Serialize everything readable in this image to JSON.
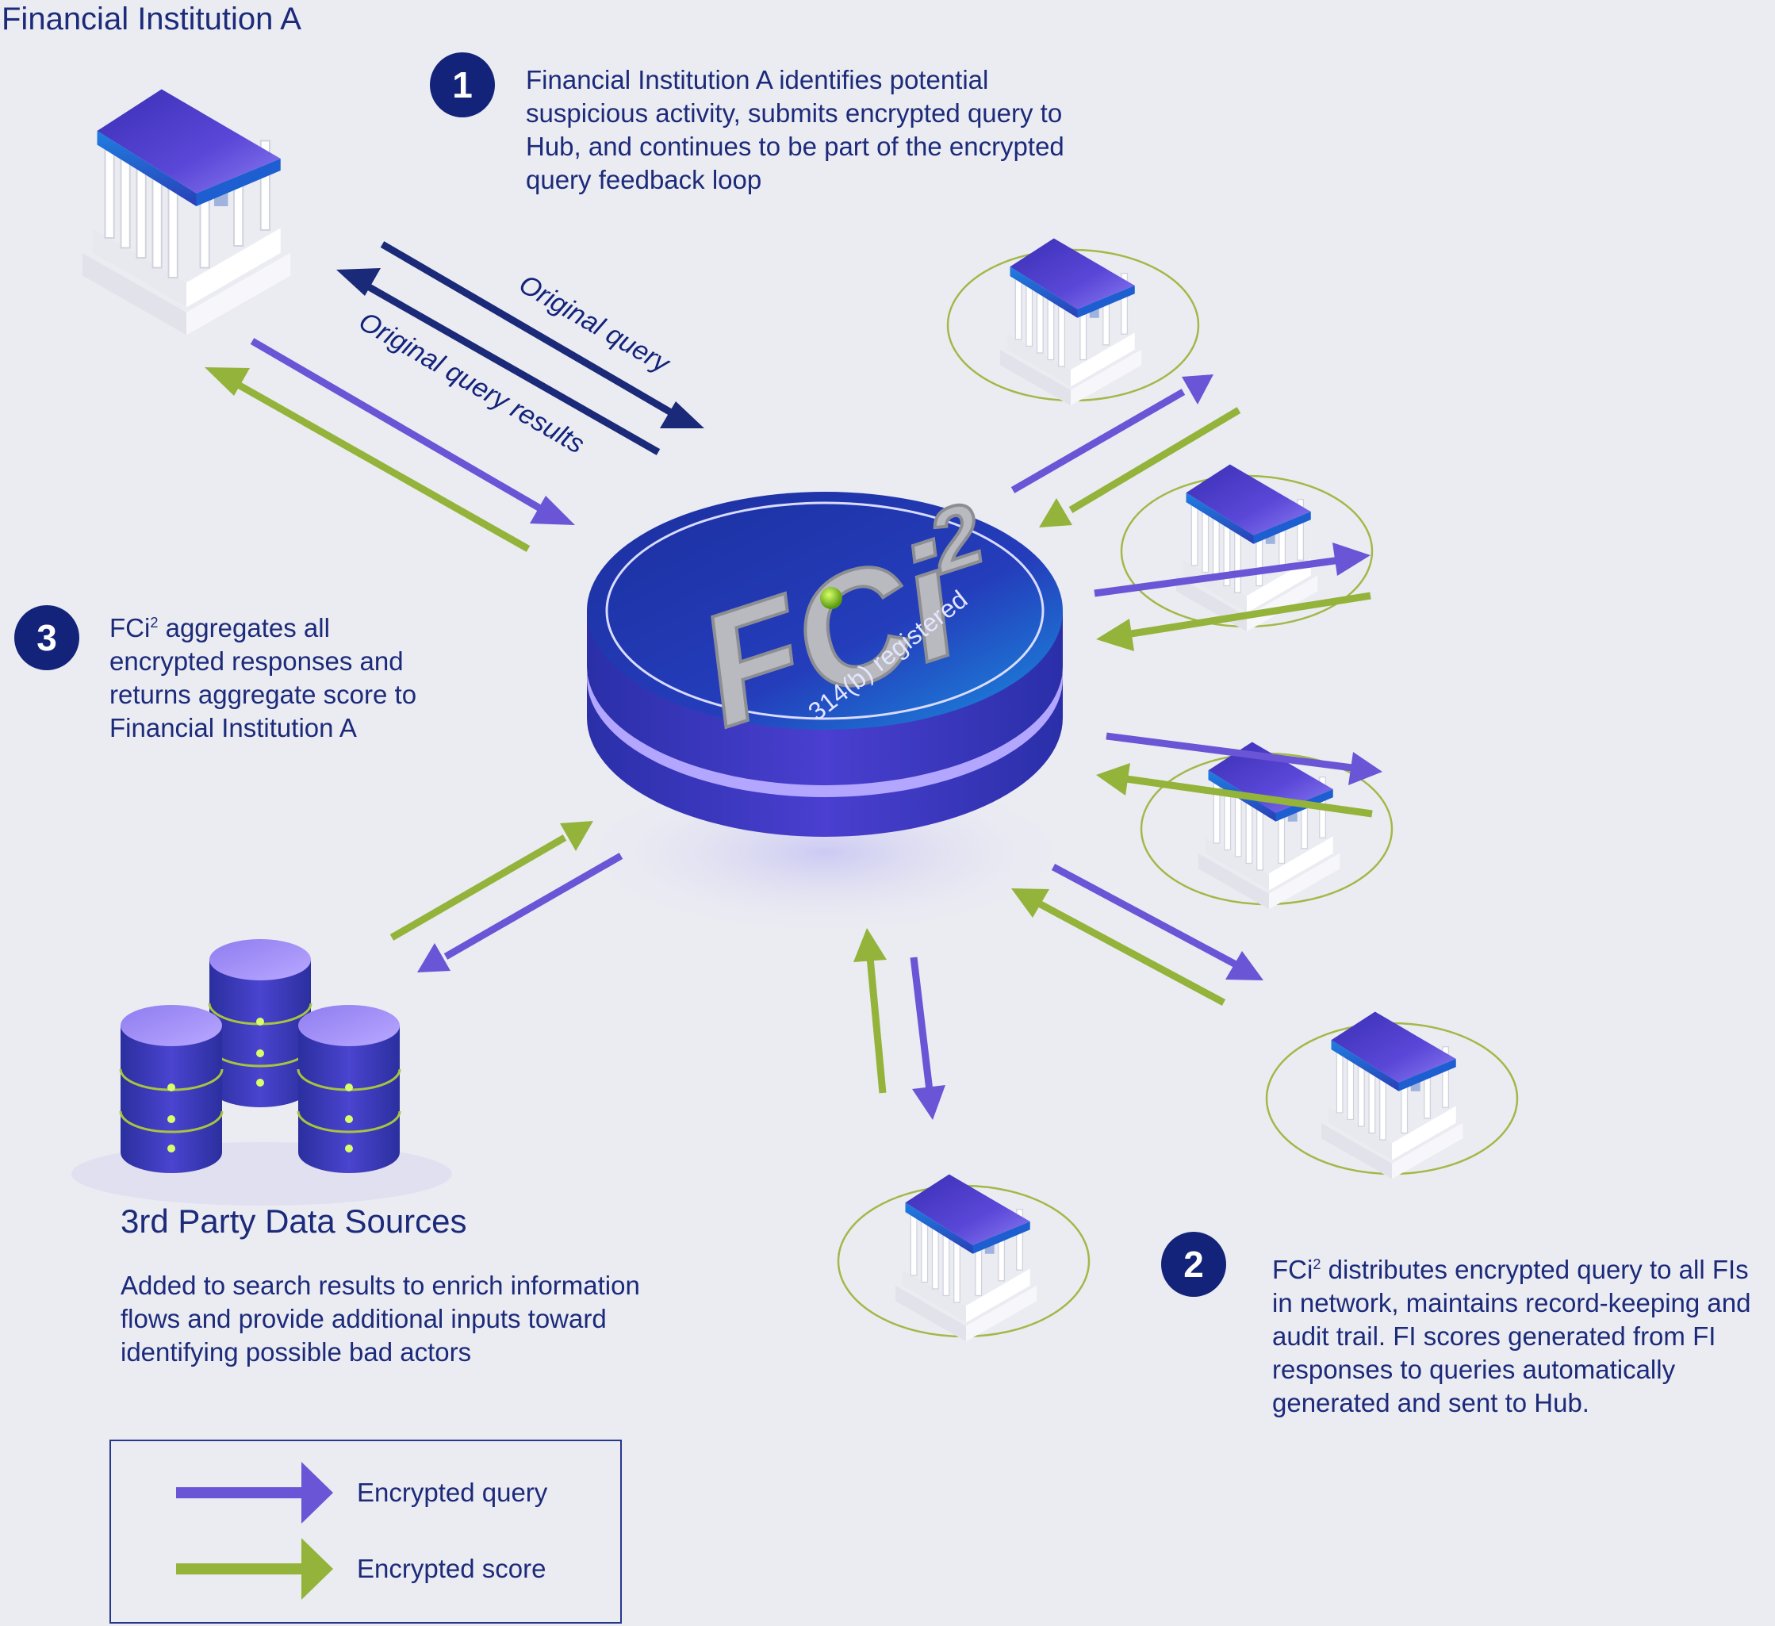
{
  "colors": {
    "background": "#ebecf2",
    "navy": "#13237a",
    "query_purple": "#6a55d6",
    "score_green": "#93b33b",
    "original_arrow": "#1b2a78",
    "hub_blue": "#2a3fb8"
  },
  "institution_a": {
    "label": "Financial Institution A"
  },
  "hub": {
    "logo": "FCi",
    "logo_sup": "2",
    "subtitle": "314(b) registered"
  },
  "arrows": {
    "original_query": "Original query",
    "original_query_results": "Original query results"
  },
  "steps": [
    {
      "number": "1",
      "text": "Financial Institution A identifies potential suspicious activity, submits encrypted query to Hub, and continues to be part of the encrypted query feedback loop"
    },
    {
      "number": "2",
      "prefix": "FCi",
      "sup": "2",
      "text": " distributes encrypted query to all FIs in network, maintains record-keeping and audit trail. FI scores generated from FI responses to queries automatically generated and sent to Hub."
    },
    {
      "number": "3",
      "prefix": "FCi",
      "sup": "2",
      "text": " aggregates all encrypted responses and returns aggregate score to Financial Institution A"
    }
  ],
  "data_sources": {
    "title": "3rd Party Data Sources",
    "description": "Added to search results to enrich information flows and provide additional inputs toward identifying possible bad actors"
  },
  "legend": {
    "query_label": "Encrypted query",
    "score_label": "Encrypted score"
  }
}
